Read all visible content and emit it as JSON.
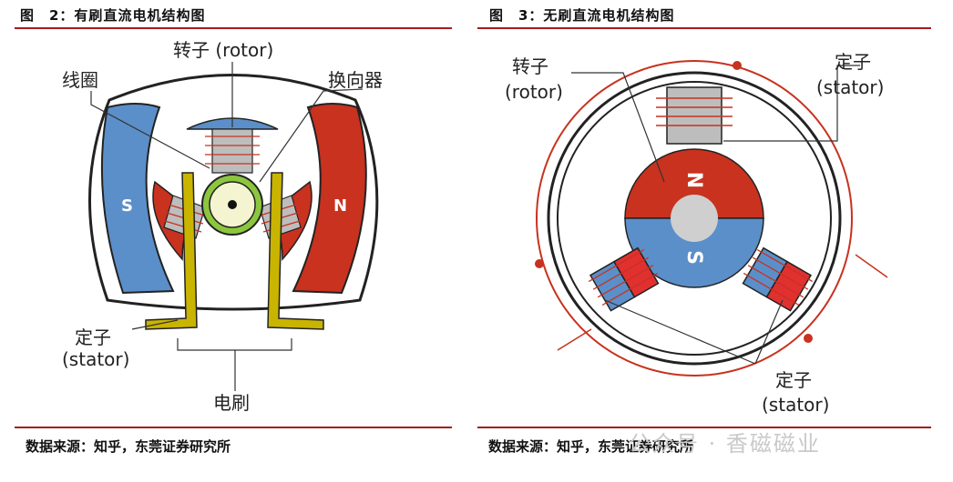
{
  "figures": [
    {
      "title": "图　2：有刷直流电机结构图",
      "labels": {
        "rotor": "转子 (rotor)",
        "coil": "线圈",
        "commutator": "换向器",
        "south": "S",
        "north": "N",
        "stator_zh": "定子",
        "stator_en": "(stator)",
        "brush": "电刷"
      },
      "source": "数据来源：知乎，东莞证券研究所"
    },
    {
      "title": "图　3：无刷直流电机结构图",
      "labels": {
        "rotor_zh": "转子",
        "rotor_en": "(rotor)",
        "stator_top_zh": "定子",
        "stator_top_en": "(stator)",
        "north": "N",
        "south": "S",
        "stator_bottom_zh": "定子",
        "stator_bottom_en": "(stator)"
      },
      "source": "数据来源：知乎，东莞证券研究所"
    }
  ],
  "watermark": "公众号 · 香磁磁业",
  "colors": {
    "rule": "#a31d1d",
    "magnet_red": "#c8321e",
    "magnet_blue": "#5b8fc9",
    "stator_yellow": "#c9b400",
    "rotor_green": "#8cc63f"
  }
}
